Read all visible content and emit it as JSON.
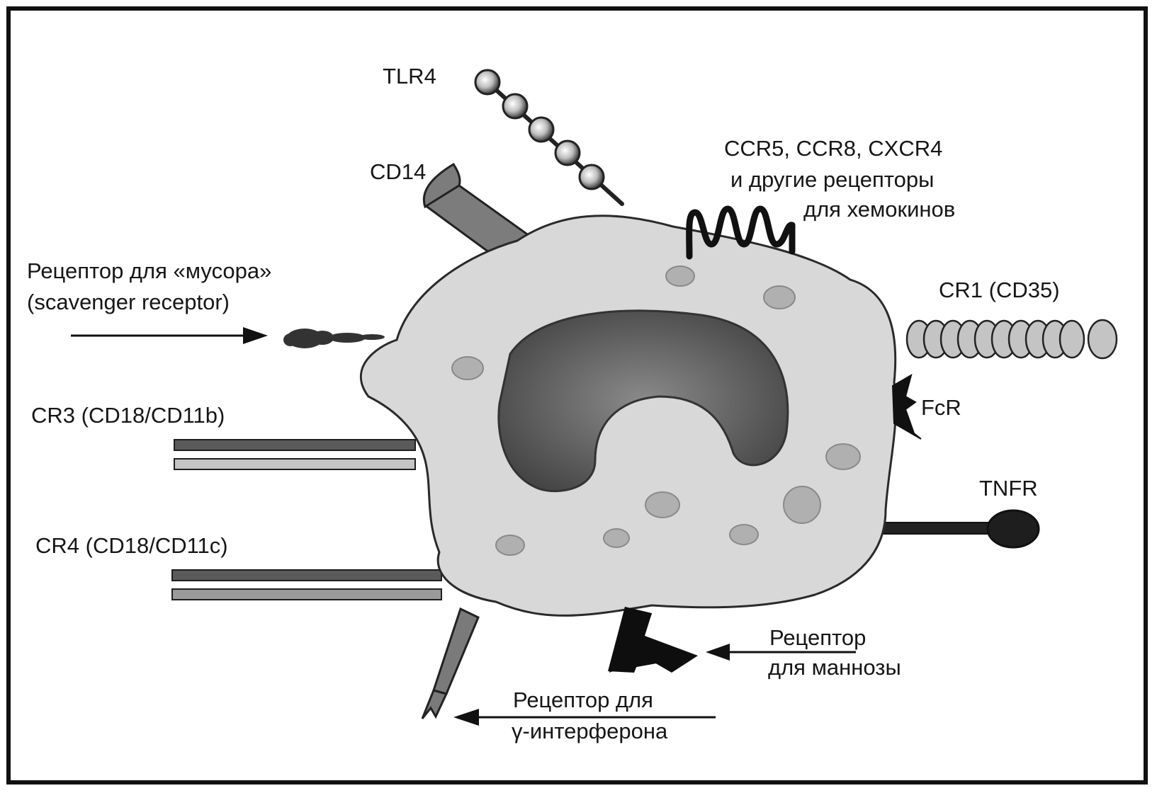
{
  "labels": {
    "tlr4": "TLR4",
    "cd14": "CD14",
    "ccr_line1": "CCR5, CCR8, CXCR4",
    "ccr_line2": "и другие рецепторы",
    "ccr_line3": "для хемокинов",
    "scavenger_line1": "Рецептор для «мусора»",
    "scavenger_line2": "(scavenger receptor)",
    "cr1": "CR1 (CD35)",
    "fcr": "FcR",
    "cr3": "CR3 (CD18/CD11b)",
    "tnfr": "TNFR",
    "cr4": "CR4 (CD18/CD11c)",
    "mannose_line1": "Рецептор",
    "mannose_line2": "для маннозы",
    "ifn_line1": "Рецептор для",
    "ifn_line2": "γ-интерферона"
  },
  "colors": {
    "ink": "#161616",
    "cell": "#d8d8d8",
    "nucleus": "#555555",
    "granule": "#b0b0b0",
    "cd14": "#7c7c7c",
    "cr_light": "#c4c4c4"
  }
}
